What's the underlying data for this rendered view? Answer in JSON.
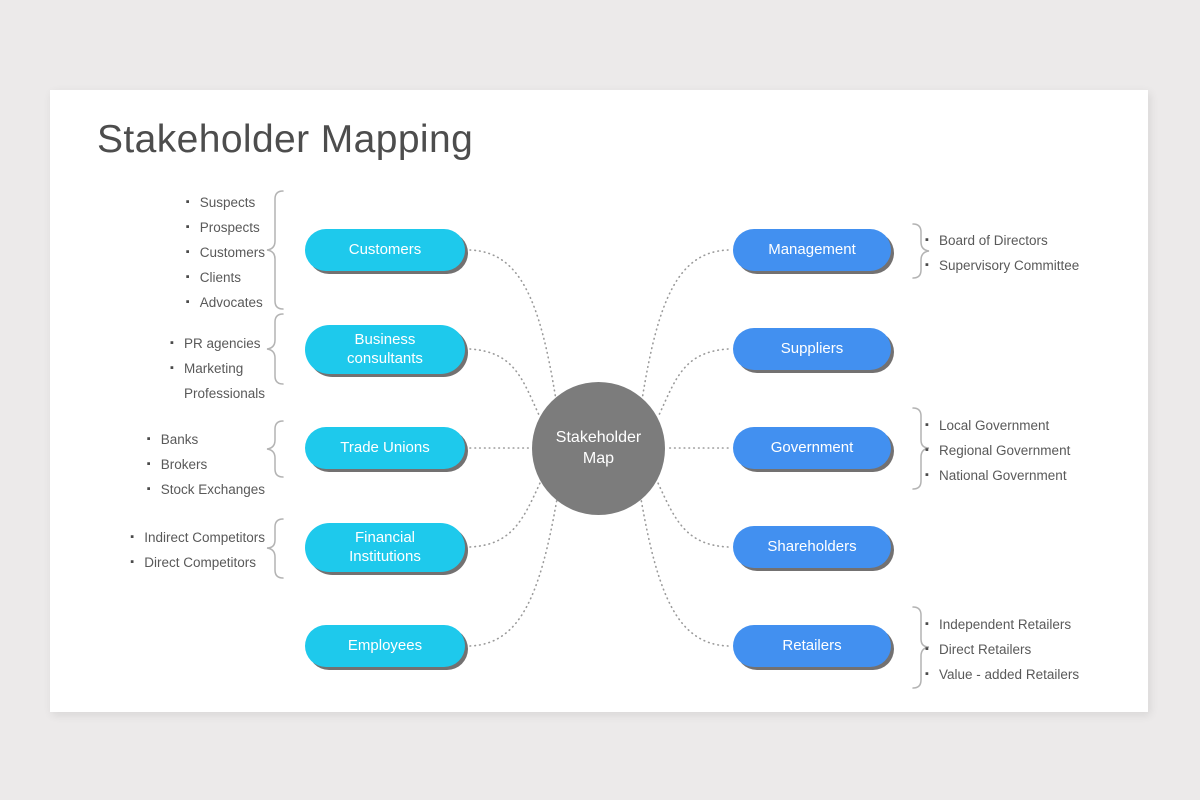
{
  "slide": {
    "title": "Stakeholder Mapping",
    "background": "#eceaea",
    "surface": "#ffffff"
  },
  "hub": {
    "label": "Stakeholder Map",
    "line1": "Stakeholder",
    "line2": "Map",
    "color": "#7c7c7c",
    "text_color": "#ffffff"
  },
  "colors": {
    "left_pill": "#1ec9ec",
    "right_pill": "#4290f0",
    "hub": "#7c7c7c",
    "title_text": "#4d4d4d",
    "body_text": "#595959",
    "connector": "#9a9a9a",
    "brace": "#b0b0b0"
  },
  "left_branches": [
    {
      "id": "customers",
      "label": "Customers",
      "lines": [
        "Customers"
      ],
      "items": [
        "Suspects",
        "Prospects",
        "Customers",
        "Clients",
        "Advocates"
      ],
      "has_brace": true
    },
    {
      "id": "business-consultants",
      "label": "Business consultants",
      "lines": [
        "Business",
        "consultants"
      ],
      "items": [
        "PR agencies",
        "Marketing",
        "Professionals"
      ],
      "item_continuation": [
        false,
        false,
        true
      ],
      "has_brace": true
    },
    {
      "id": "trade-unions",
      "label": "Trade Unions",
      "lines": [
        "Trade Unions"
      ],
      "items": [
        "Banks",
        "Brokers",
        "Stock Exchanges"
      ],
      "has_brace": true
    },
    {
      "id": "financial-institutions",
      "label": "Financial Institutions",
      "lines": [
        "Financial",
        "Institutions"
      ],
      "items": [
        "Indirect Competitors",
        "Direct Competitors"
      ],
      "has_brace": true
    },
    {
      "id": "employees",
      "label": "Employees",
      "lines": [
        "Employees"
      ],
      "items": [],
      "has_brace": false
    }
  ],
  "right_branches": [
    {
      "id": "management",
      "label": "Management",
      "lines": [
        "Management"
      ],
      "items": [
        "Board of Directors",
        "Supervisory Committee"
      ],
      "has_brace": true
    },
    {
      "id": "suppliers",
      "label": "Suppliers",
      "lines": [
        "Suppliers"
      ],
      "items": [],
      "has_brace": false
    },
    {
      "id": "government",
      "label": "Government",
      "lines": [
        "Government"
      ],
      "items": [
        "Local Government",
        "Regional Government",
        "National Government"
      ],
      "has_brace": true
    },
    {
      "id": "shareholders",
      "label": "Shareholders",
      "lines": [
        "Shareholders"
      ],
      "items": [],
      "has_brace": false
    },
    {
      "id": "retailers",
      "label": "Retailers",
      "lines": [
        "Retailers"
      ],
      "items": [
        "Independent Retailers",
        "Direct Retailers",
        "Value - added Retailers"
      ],
      "has_brace": true
    }
  ],
  "bullet_glyph": "▪"
}
